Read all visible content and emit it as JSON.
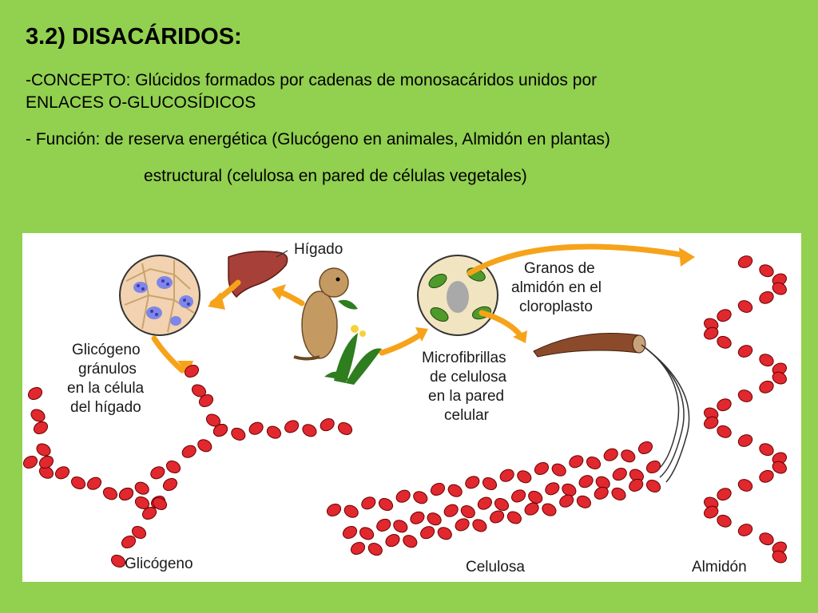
{
  "colors": {
    "background": "#92D050",
    "bead": "#E0282E",
    "bead_stroke": "#6A0000",
    "arrow": "#F6A31A",
    "liver": "#A64038"
  },
  "slide": {
    "title": "3.2) DISACÁRIDOS:",
    "concept_line1": "-CONCEPTO: Glúcidos formados por cadenas de monosacáridos unidos por",
    "concept_line2": "ENLACES O-GLUCOSÍDICOS",
    "function_line1": "- Función:  de reserva energética (Glucógeno en animales, Almidón en plantas)",
    "function_line2": "estructural (celulosa en pared de células vegetales)"
  },
  "figure": {
    "labels": {
      "higado": "Hígado",
      "granos_1": "Granos de",
      "granos_2": "almidón en el",
      "granos_3": "cloroplasto",
      "glicogeno_gr_1": "Glicógeno",
      "glicogeno_gr_2": "gránulos",
      "glicogeno_gr_3": "en la célula",
      "glicogeno_gr_4": "del hígado",
      "micro_1": "Microfibrillas",
      "micro_2": "de celulosa",
      "micro_3": "en la pared",
      "micro_4": "celular",
      "glicogeno": "Glicógeno",
      "celulosa": "Celulosa",
      "almidon": "Almidón"
    },
    "icons": [
      "liver-icon",
      "gopher-icon",
      "plant-icon",
      "liver-cell-icon",
      "plant-cell-icon",
      "cellulose-fiber-icon"
    ]
  }
}
